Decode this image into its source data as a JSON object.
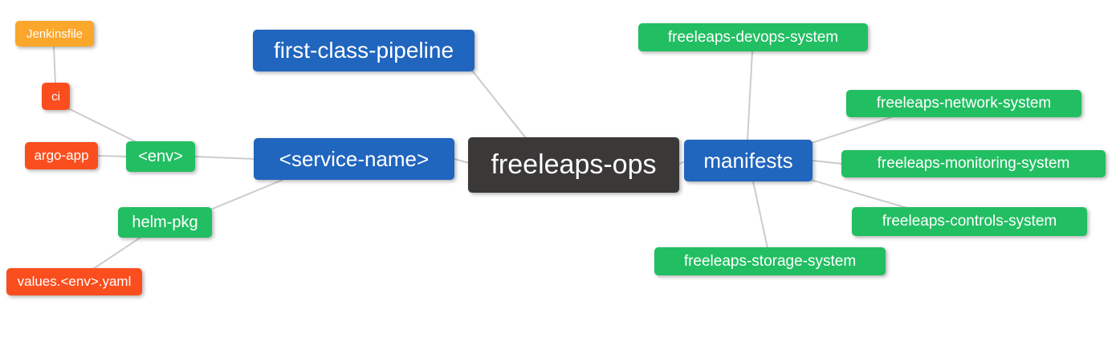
{
  "diagram": {
    "type": "mindmap",
    "root_label": "freeleaps-ops"
  },
  "colors": {
    "root": "#3B3838",
    "branch": "#2065BE",
    "leaf_green": "#22BE62",
    "leaf_red": "#FA4E1E",
    "leaf_amber": "#FBA72B",
    "connector": "#CCCCCC",
    "text": "#FFFFFF",
    "background": "#FFFFFF"
  },
  "nodes": {
    "root": {
      "label": "freeleaps-ops"
    },
    "first_class_pipeline": {
      "label": "first-class-pipeline"
    },
    "service_name": {
      "label": "<service-name>"
    },
    "env": {
      "label": "<env>"
    },
    "ci": {
      "label": "ci"
    },
    "jenkinsfile": {
      "label": "Jenkinsfile"
    },
    "argo_app": {
      "label": "argo-app"
    },
    "helm_pkg": {
      "label": "helm-pkg"
    },
    "values_env_yaml": {
      "label": "values.<env>.yaml"
    },
    "manifests": {
      "label": "manifests"
    },
    "devops_system": {
      "label": "freeleaps-devops-system"
    },
    "network_system": {
      "label": "freeleaps-network-system"
    },
    "monitoring_system": {
      "label": "freeleaps-monitoring-system"
    },
    "controls_system": {
      "label": "freeleaps-controls-system"
    },
    "storage_system": {
      "label": "freeleaps-storage-system"
    }
  },
  "edges": [
    [
      "jenkinsfile",
      "ci"
    ],
    [
      "ci",
      "env"
    ],
    [
      "argo_app",
      "env"
    ],
    [
      "env",
      "service_name"
    ],
    [
      "helm_pkg",
      "service_name"
    ],
    [
      "values_env_yaml",
      "helm_pkg"
    ],
    [
      "first_class_pipeline",
      "root"
    ],
    [
      "service_name",
      "root"
    ],
    [
      "root",
      "manifests"
    ],
    [
      "manifests",
      "devops_system"
    ],
    [
      "manifests",
      "network_system"
    ],
    [
      "manifests",
      "monitoring_system"
    ],
    [
      "manifests",
      "controls_system"
    ],
    [
      "manifests",
      "storage_system"
    ]
  ]
}
